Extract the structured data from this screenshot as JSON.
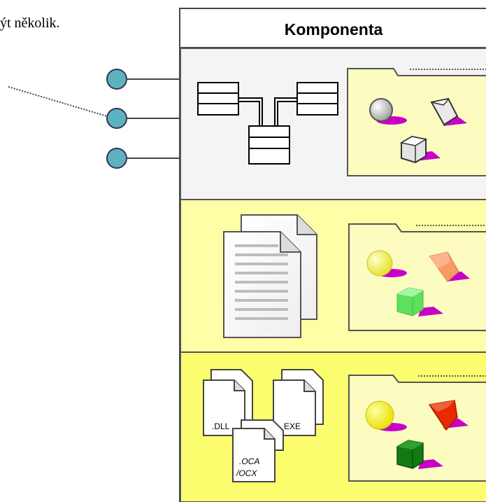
{
  "intro_text": "ýt několik.",
  "component": {
    "title": "Komponenta"
  },
  "layers": [
    {
      "id": "design",
      "color": "#f4f4f4"
    },
    {
      "id": "source",
      "color": "#fefea6"
    },
    {
      "id": "binary",
      "color": "#fdfd70"
    }
  ],
  "files": {
    "dll": ".DLL",
    "exe": "EXE",
    "oca_line1": ".OCA",
    "oca_line2": "/OCX"
  },
  "colors": {
    "interface_port": "#5cb3bf",
    "shadow": "#c800c8",
    "folder": "#fcfcc0",
    "layer1_shapes": "#dddddd",
    "layer2_sphere": "#f4f030",
    "layer2_prism": "#f79a6a",
    "layer2_cube": "#5ee05e",
    "layer3_sphere": "#f2f200",
    "layer3_prism": "#e82a00",
    "layer3_cube": "#137a13"
  }
}
